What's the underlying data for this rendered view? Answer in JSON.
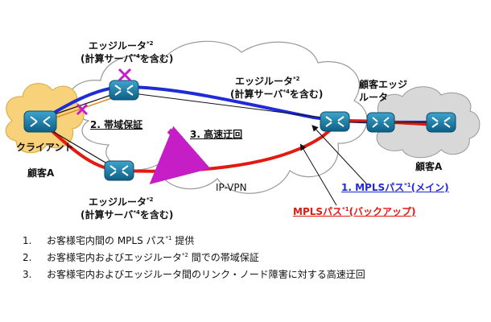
{
  "labels": {
    "edge_router_top_1": "エッジルータ",
    "edge_router_top_sup": "*2",
    "calc_server_top_a": "(計算サーバ",
    "calc_server_top_sup": "*4",
    "calc_server_top_b": "を含む)",
    "edge_router_mid_1": "エッジルータ",
    "edge_router_mid_sup": "*2",
    "calc_server_mid_a": "(計算サーバ",
    "calc_server_mid_sup": "*4",
    "calc_server_mid_b": "を含む)",
    "edge_router_bot_1": "エッジルータ",
    "edge_router_bot_sup": "*2",
    "calc_server_bot_a": "(計算サーバ",
    "calc_server_bot_sup": "*4",
    "calc_server_bot_b": "を含む)",
    "customer_edge_1": "顧客エッジ",
    "customer_edge_2": "ルータ",
    "client": "クライアント",
    "customer_a_left": "顧客A",
    "customer_a_right": "顧客A",
    "bandwidth_guarantee": "2. 帯域保証",
    "fast_reroute": "3. 高速迂回",
    "ip_vpn": "IP-VPN",
    "mpls_main_a": "1. MPLSパス",
    "mpls_main_sup": "*1",
    "mpls_main_b": "(メイン)",
    "mpls_backup_a": "MPLSパス",
    "mpls_backup_sup": "*1",
    "mpls_backup_b": "(バックアップ)"
  },
  "colors": {
    "main_path": "#1e2bd6",
    "backup_path": "#e01b12",
    "reroute_arrow": "#c61ec6",
    "cross_mark": "#c61ec6",
    "customer_cloud": "#f7d27a",
    "customer_cloud_right": "#d8d8d8",
    "router_fill": "#1a7fa6"
  },
  "list": [
    {
      "num": "1.",
      "a": "お客様宅内間の MPLS パス",
      "sup": "*1",
      "b": " 提供"
    },
    {
      "num": "2.",
      "a": "お客様宅内およびエッジルータ",
      "sup": "*2",
      "b": " 間での帯域保証"
    },
    {
      "num": "3.",
      "a": "お客様宅内およびエッジルータ間のリンク・ノード障害に対する高速迂回",
      "sup": "",
      "b": ""
    }
  ]
}
